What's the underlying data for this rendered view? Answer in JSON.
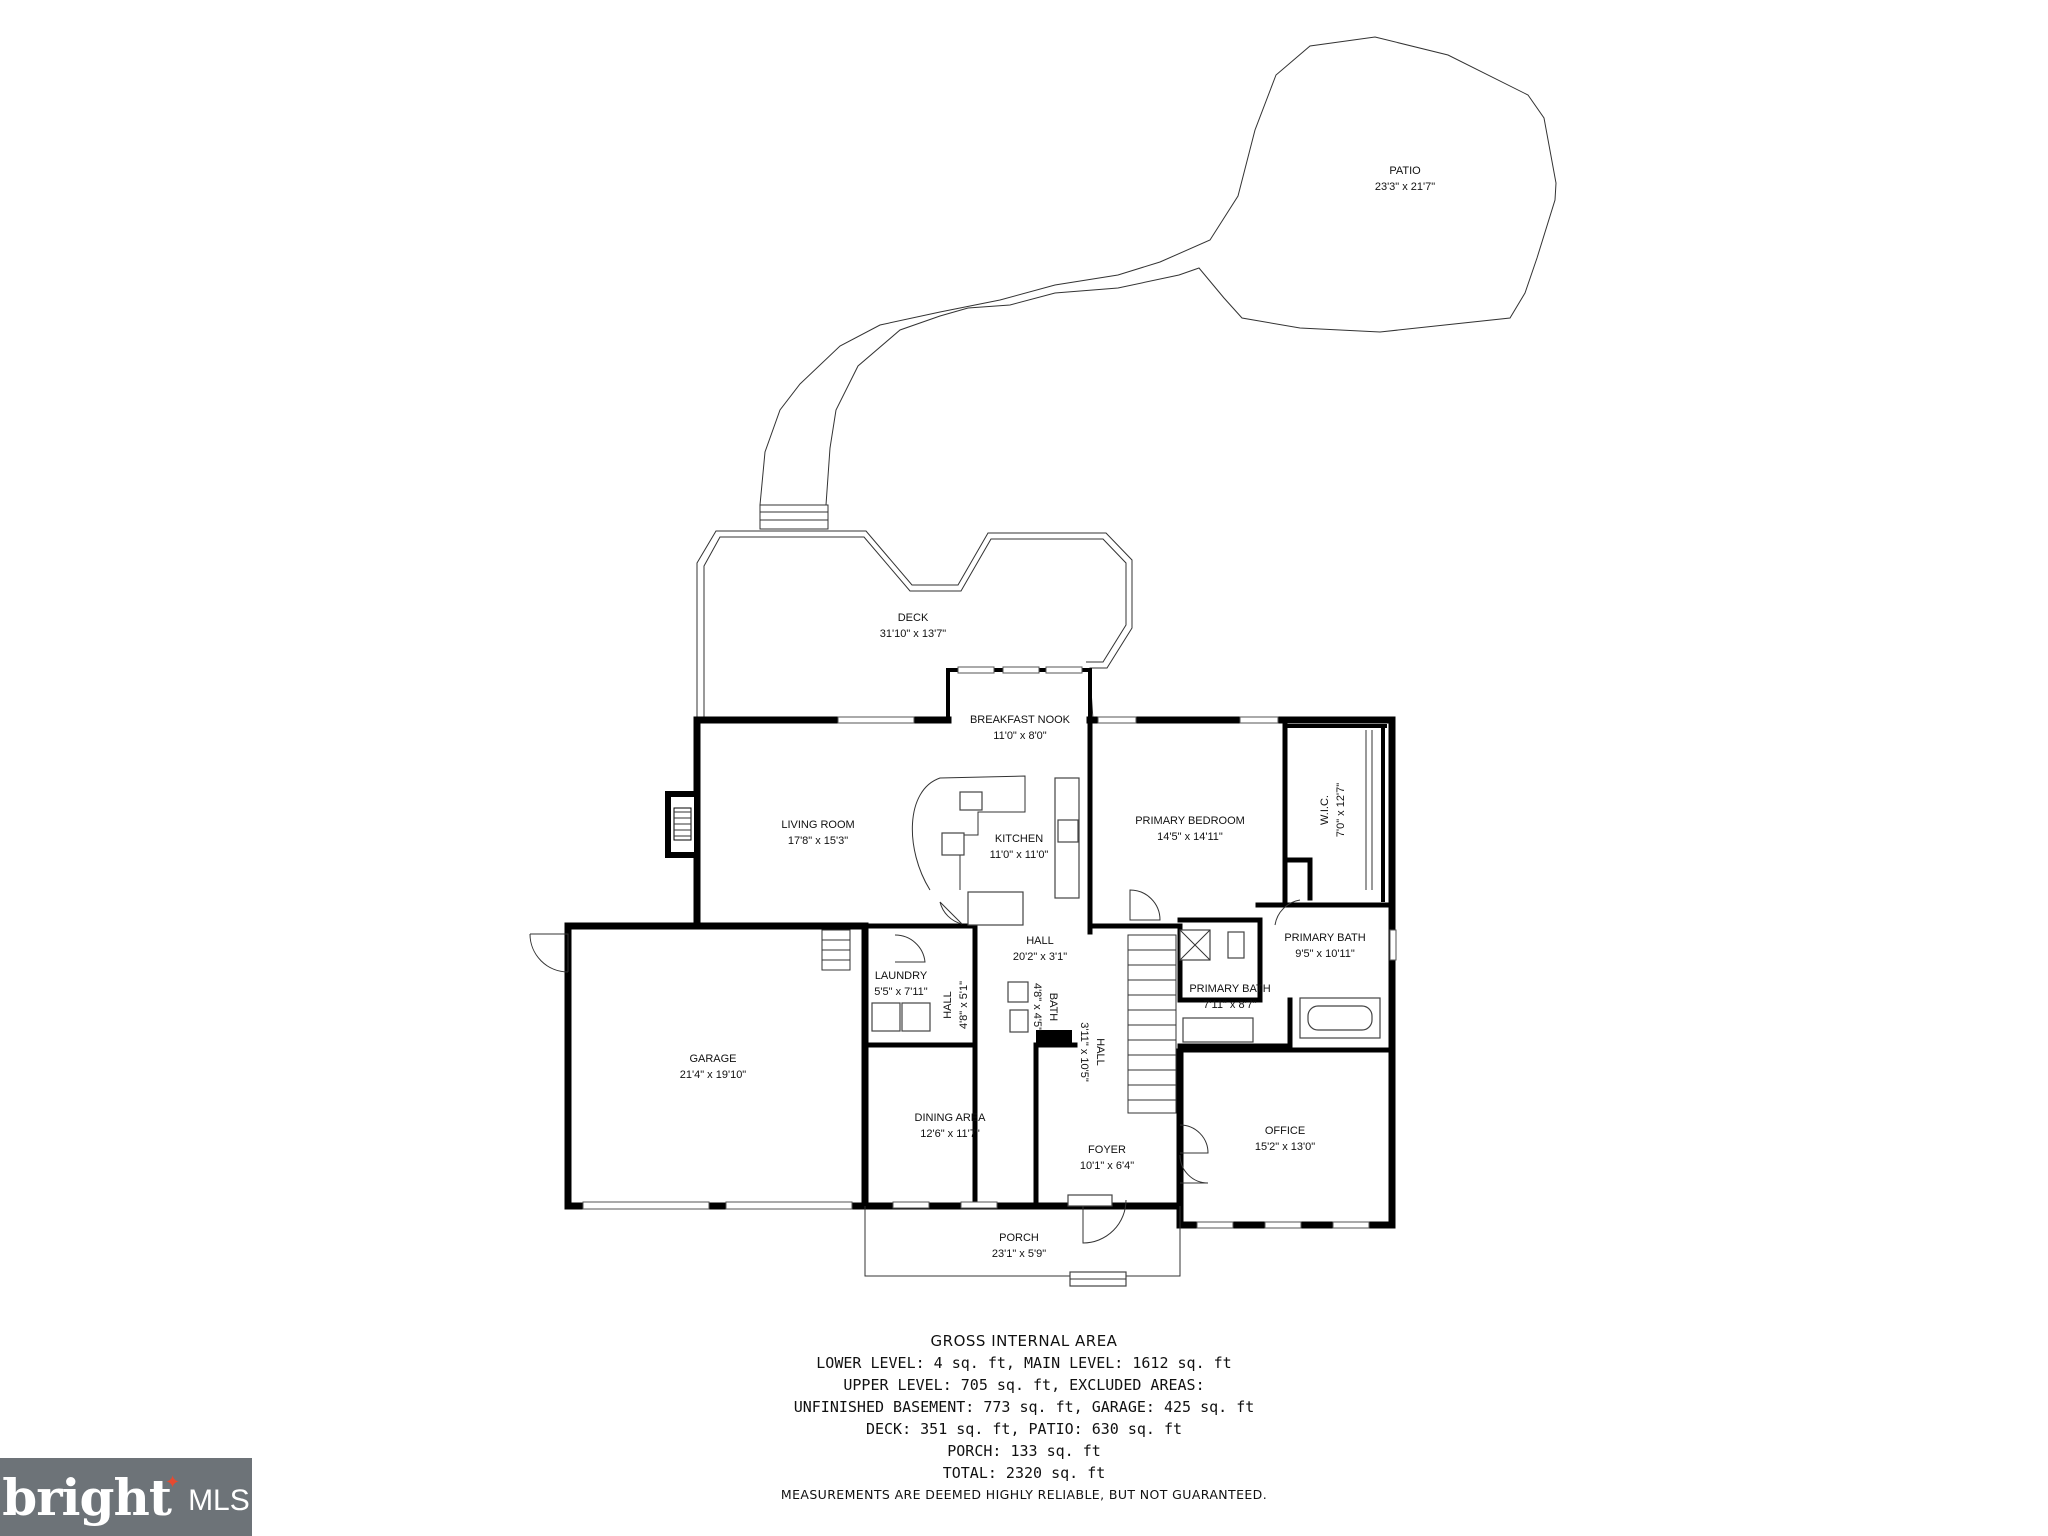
{
  "rooms": {
    "patio": {
      "name": "PATIO",
      "dims": "23'3\" x 21'7\""
    },
    "deck": {
      "name": "DECK",
      "dims": "31'10\" x 13'7\""
    },
    "breakfast": {
      "name": "BREAKFAST NOOK",
      "dims": "11'0\" x 8'0\""
    },
    "living": {
      "name": "LIVING ROOM",
      "dims": "17'8\" x 15'3\""
    },
    "kitchen": {
      "name": "KITCHEN",
      "dims": "11'0\" x 11'0\""
    },
    "primary_bed": {
      "name": "PRIMARY BEDROOM",
      "dims": "14'5\" x 14'11\""
    },
    "wic": {
      "name": "W.I.C.",
      "dims": "7'0\" x 12'7\""
    },
    "primary_bath1": {
      "name": "PRIMARY BATH",
      "dims": "9'5\" x 10'11\""
    },
    "primary_bath2": {
      "name": "PRIMARY BATH",
      "dims": "7'11\" x 8'7\""
    },
    "hall_main": {
      "name": "HALL",
      "dims": "20'2\" x 3'1\""
    },
    "laundry": {
      "name": "LAUNDRY",
      "dims": "5'5\" x 7'11\""
    },
    "hall_small": {
      "name": "HALL",
      "dims": "4'8\" x 5'1\""
    },
    "bath": {
      "name": "BATH",
      "dims": "4'8\" x 4'5\""
    },
    "hall_foyer": {
      "name": "HALL",
      "dims": "3'11\" x 10'5\""
    },
    "garage": {
      "name": "GARAGE",
      "dims": "21'4\" x 19'10\""
    },
    "dining": {
      "name": "DINING AREA",
      "dims": "12'6\" x 11'7\""
    },
    "foyer": {
      "name": "FOYER",
      "dims": "10'1\" x 6'4\""
    },
    "office": {
      "name": "OFFICE",
      "dims": "15'2\" x 13'0\""
    },
    "porch": {
      "name": "PORCH",
      "dims": "23'1\" x 5'9\""
    }
  },
  "area_summary": {
    "heading": "GROSS INTERNAL AREA",
    "lines": [
      "LOWER LEVEL: 4 sq. ft, MAIN LEVEL: 1612 sq. ft",
      "UPPER LEVEL: 705 sq. ft, EXCLUDED AREAS:",
      "UNFINISHED BASEMENT: 773 sq. ft, GARAGE: 425 sq. ft",
      "DECK: 351 sq. ft, PATIO: 630 sq. ft",
      "PORCH: 133 sq. ft",
      "TOTAL: 2320 sq. ft"
    ],
    "disclaimer": "MEASUREMENTS ARE DEEMED HIGHLY RELIABLE, BUT NOT GUARANTEED."
  },
  "logo": {
    "word": "bright",
    "suffix": "MLS",
    "accent_color": "#e8492f"
  },
  "colors": {
    "wall": "#000000",
    "line": "#333333",
    "logo_bg": "#6d7378"
  }
}
